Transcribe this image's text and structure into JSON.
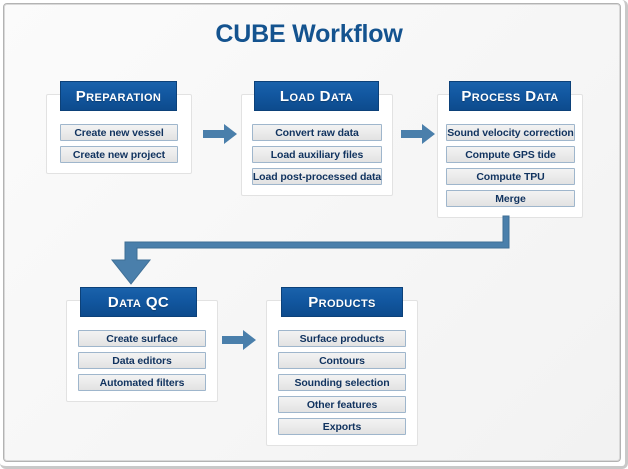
{
  "title": "CUBE Workflow",
  "colors": {
    "title": "#14538f",
    "header_blue_top": "#1a62ab",
    "header_blue_bottom": "#0d4b8d",
    "chip_text": "#11335f",
    "connector": "#4a7fab",
    "frame_border": "#b3b3b3",
    "canvas_bg": "#f7f7f7"
  },
  "nodes": [
    {
      "id": "preparation",
      "header": "Preparation",
      "items": [
        "Create new vessel",
        "Create new project"
      ]
    },
    {
      "id": "load-data",
      "header": "Load Data",
      "items": [
        "Convert raw data",
        "Load auxiliary files",
        "Load post-processed data"
      ]
    },
    {
      "id": "process-data",
      "header": "Process Data",
      "items": [
        "Sound velocity correction",
        "Compute GPS tide",
        "Compute TPU",
        "Merge"
      ]
    },
    {
      "id": "data-qc",
      "header": "Data QC",
      "items": [
        "Create surface",
        "Data editors",
        "Automated filters"
      ]
    },
    {
      "id": "products",
      "header": "Products",
      "items": [
        "Surface products",
        "Contours",
        "Sounding selection",
        "Other features",
        "Exports"
      ]
    }
  ],
  "connectors": [
    {
      "id": "preparation-to-load-data",
      "type": "arrow-right"
    },
    {
      "id": "load-data-to-process-data",
      "type": "arrow-right"
    },
    {
      "id": "process-data-to-data-qc",
      "type": "elbow-down-left-down"
    },
    {
      "id": "data-qc-to-products",
      "type": "arrow-right"
    }
  ]
}
